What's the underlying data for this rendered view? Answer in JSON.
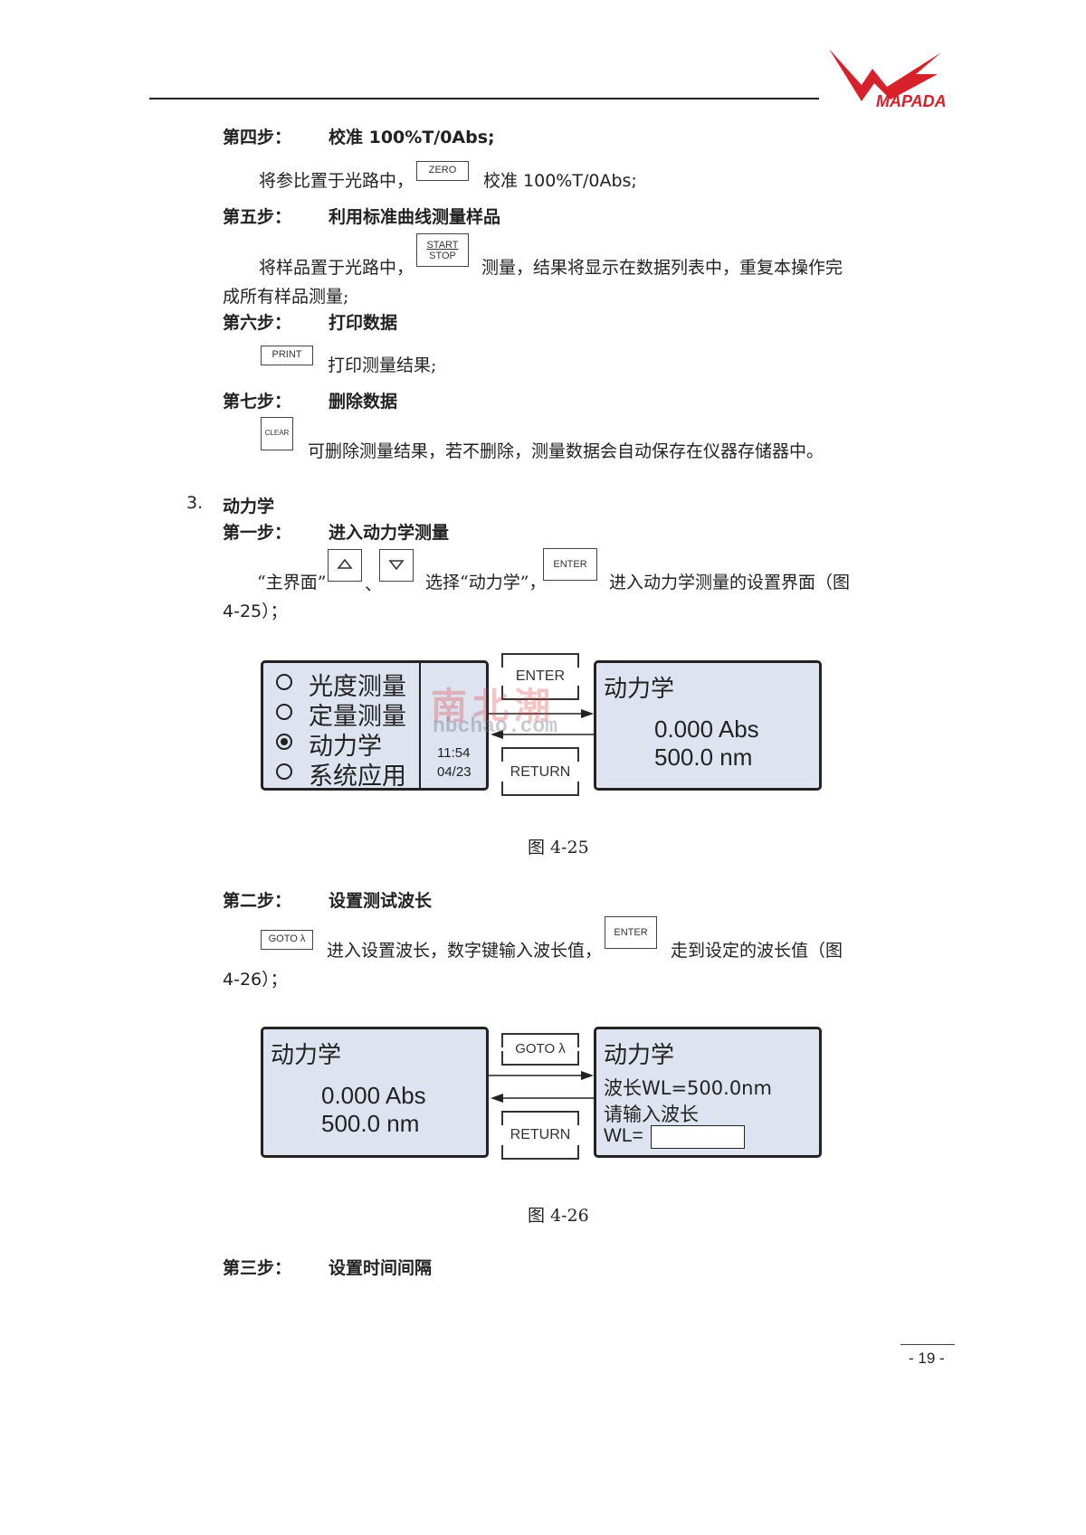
{
  "logo": {
    "text": "MAPADA",
    "color": "#d8202a"
  },
  "watermark": {
    "cn": "南北潮",
    "en": "nbchao.com"
  },
  "step4": {
    "label": "第四步：",
    "title": "校准 100%T/0Abs;",
    "text_before": "将参比置于光路中，",
    "key": "ZERO",
    "text_after": "校准 100%T/0Abs;"
  },
  "step5": {
    "label": "第五步：",
    "title": "利用标准曲线测量样品",
    "text_before": "将样品置于光路中，",
    "key_top": "START",
    "key_bottom": "STOP",
    "text_after": "测量，结果将显示在数据列表中，重复本操作完",
    "text_line2": "成所有样品测量;"
  },
  "step6": {
    "label": "第六步：",
    "title": "打印数据",
    "key": "PRINT",
    "text_after": "打印测量结果;"
  },
  "step7": {
    "label": "第七步：",
    "title": "删除数据",
    "key": "CLEAR",
    "text_after": "可删除测量结果，若不删除，测量数据会自动保存在仪器存储器中。"
  },
  "section3": {
    "number": "3.",
    "title": "动力学"
  },
  "s3step1": {
    "label": "第一步：",
    "title": "进入动力学测量",
    "text_quote": "“主界面”",
    "sep": "、",
    "text_mid": "选择“动力学”，",
    "key_enter": "ENTER",
    "text_after": "进入动力学测量的设置界面（图",
    "text_line2": "4-25）；"
  },
  "fig25": {
    "menu": [
      "光度测量",
      "定量测量",
      "动力学",
      "系统应用"
    ],
    "selected_index": 2,
    "time": "11:54",
    "date": "04/23",
    "btn_enter": "ENTER",
    "btn_return": "RETURN",
    "right_title": "动力学",
    "right_abs": "0.000 Abs",
    "right_nm": "500.0 nm",
    "caption": "图 4-25"
  },
  "s3step2": {
    "label": "第二步：",
    "title": "设置测试波长",
    "key_goto": "GOTO λ",
    "text_mid": "进入设置波长，数字键输入波长值，",
    "key_enter": "ENTER",
    "text_after": "走到设定的波长值（图",
    "text_line2": "4-26）；"
  },
  "fig26": {
    "left_title": "动力学",
    "left_abs": "0.000 Abs",
    "left_nm": "500.0 nm",
    "btn_goto": "GOTO λ",
    "btn_return": "RETURN",
    "right_title": "动力学",
    "right_wl": "波长WL=500.0nm",
    "right_prompt": "请输入波长",
    "right_input_label": "WL=",
    "caption": "图 4-26"
  },
  "s3step3": {
    "label": "第三步：",
    "title": "设置时间间隔"
  },
  "page_number": "- 19 -"
}
